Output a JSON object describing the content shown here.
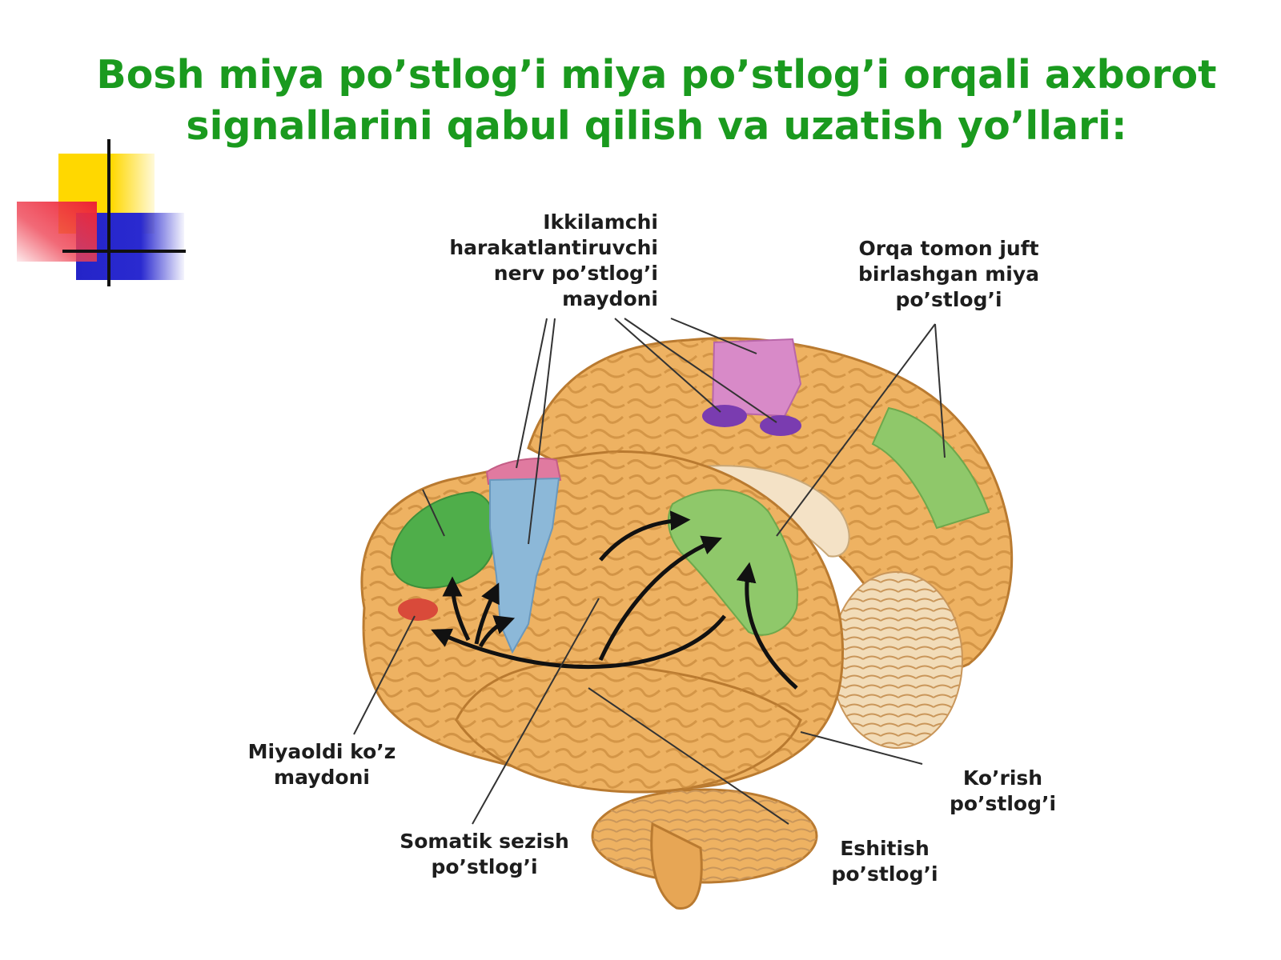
{
  "title": {
    "line1": "Bosh miya po’stlog’i miya po’stlog’i orqali axborot",
    "line2": "signallarini qabul qilish va uzatish yo’llari:"
  },
  "labels": {
    "secondary_motor": [
      "Ikkilamchi",
      "harakatlantiruvchi",
      "nerv po’stlog’i",
      "maydoni"
    ],
    "posterior_association": [
      "Orqa tomon juft",
      "birlashgan miya",
      "po’stlog’i"
    ],
    "frontal_eye_field": [
      "Miyaoldi ko’z",
      "maydoni"
    ],
    "somatic_sensory": [
      "Somatik sezish",
      "po’stlog’i"
    ],
    "auditory": [
      "Eshitish",
      "po’stlog’i"
    ],
    "visual": [
      "Ko’rish",
      "po’stlog’i"
    ]
  },
  "colors": {
    "title": "#1a9a1e",
    "brain": "#eeb262",
    "brain_shadow": "#d99a48",
    "association_green": "#8fc86a",
    "frontal_green": "#4fae4a",
    "motor_blue": "#8cb8d8",
    "premotor_pink": "#e07aa0",
    "supplementary_pink": "#d88ac8",
    "supplementary_purple": "#7a3cb0",
    "eye_field_red": "#d94a3a",
    "corpus_callosum": "#f4e2c6",
    "cerebellum": "#f2dcb8",
    "deco_yellow": "#ffd800",
    "deco_red": "#ee3344",
    "deco_blue": "#2828cc"
  }
}
